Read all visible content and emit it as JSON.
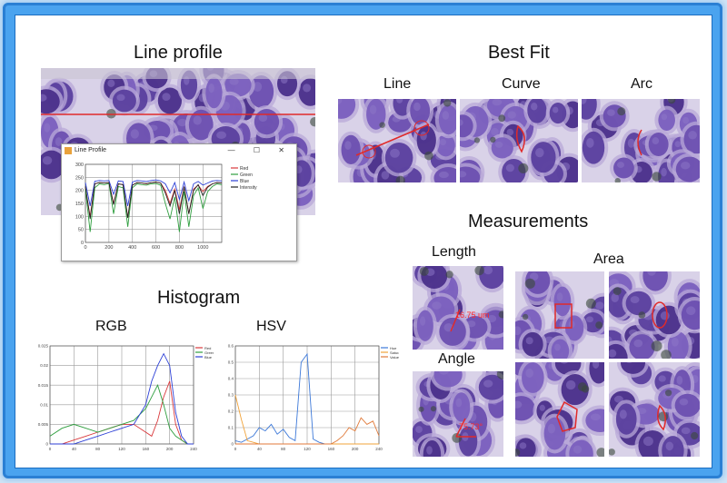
{
  "sections": {
    "line_profile": "Line profile",
    "best_fit": "Best Fit",
    "measurements": "Measurements",
    "histogram": "Histogram"
  },
  "best_fit_labels": [
    "Line",
    "Curve",
    "Arc"
  ],
  "measurement_labels": {
    "length": "Length",
    "area": "Area",
    "angle": "Angle"
  },
  "histogram_labels": {
    "rgb": "RGB",
    "hsv": "HSV"
  },
  "annotations": {
    "length_value": "16.75 um",
    "angle_value": "75.73°"
  },
  "line_profile_window": {
    "title": "Line Profile",
    "buttons": "— ☐ ✕",
    "legend": [
      "Red",
      "Green",
      "Blue",
      "Intensity"
    ]
  },
  "rgb_legend": [
    "Red",
    "Green",
    "Blue"
  ],
  "hsv_legend": [
    "Hue",
    "Saturation",
    "Value"
  ],
  "colors": {
    "frame": "#2a7fd4",
    "red": "#d9383b",
    "green": "#2e9e3e",
    "blue": "#2c3fd6",
    "intensity": "#222222",
    "hue": "#3c78d8",
    "saturation": "#f1a33a",
    "value": "#e07a3a"
  },
  "chart_data": [
    {
      "type": "line",
      "x": [
        0,
        40,
        80,
        120,
        160,
        200,
        240,
        280,
        320,
        360,
        400,
        440,
        480,
        520,
        560,
        600,
        640,
        680,
        720,
        760,
        800,
        840,
        880,
        920,
        960,
        1000,
        1040,
        1080,
        1120,
        1160
      ],
      "series": [
        {
          "name": "Red",
          "values": [
            210,
            100,
            225,
            230,
            228,
            230,
            150,
            225,
            222,
            95,
            220,
            230,
            228,
            225,
            230,
            232,
            228,
            200,
            150,
            205,
            125,
            215,
            110,
            205,
            220,
            195,
            215,
            225,
            230,
            228
          ]
        },
        {
          "name": "Green",
          "values": [
            205,
            40,
            210,
            225,
            222,
            226,
            110,
            215,
            210,
            60,
            210,
            225,
            222,
            220,
            225,
            226,
            220,
            150,
            90,
            175,
            40,
            195,
            60,
            180,
            210,
            130,
            195,
            215,
            225,
            222
          ]
        },
        {
          "name": "Blue",
          "values": [
            230,
            140,
            235,
            238,
            236,
            238,
            185,
            236,
            234,
            140,
            232,
            238,
            236,
            234,
            238,
            240,
            236,
            225,
            190,
            230,
            165,
            232,
            160,
            225,
            234,
            220,
            228,
            236,
            238,
            236
          ]
        },
        {
          "name": "Intensity",
          "values": [
            215,
            90,
            225,
            230,
            228,
            230,
            145,
            225,
            222,
            95,
            220,
            230,
            228,
            226,
            230,
            232,
            228,
            190,
            140,
            200,
            110,
            214,
            110,
            200,
            222,
            180,
            212,
            225,
            230,
            228
          ]
        }
      ],
      "xticks": [
        0,
        200,
        400,
        600,
        800,
        1000
      ],
      "yticks": [
        0,
        50,
        100,
        150,
        200,
        250,
        300
      ],
      "xlim": [
        0,
        1160
      ],
      "ylim": [
        0,
        300
      ]
    },
    {
      "type": "line",
      "x": [
        0,
        20,
        40,
        60,
        80,
        100,
        120,
        140,
        160,
        170,
        180,
        190,
        200,
        210,
        220,
        230,
        240
      ],
      "series": [
        {
          "name": "Red",
          "values": [
            0.0,
            0.0,
            0.001,
            0.002,
            0.003,
            0.004,
            0.005,
            0.005,
            0.003,
            0.002,
            0.006,
            0.012,
            0.016,
            0.005,
            0.001,
            0.0,
            0.0
          ]
        },
        {
          "name": "Green",
          "values": [
            0.002,
            0.004,
            0.005,
            0.004,
            0.003,
            0.004,
            0.005,
            0.006,
            0.009,
            0.012,
            0.015,
            0.01,
            0.004,
            0.002,
            0.001,
            0.0,
            0.0
          ]
        },
        {
          "name": "Blue",
          "values": [
            0.0,
            0.0,
            0.0,
            0.001,
            0.002,
            0.003,
            0.004,
            0.005,
            0.01,
            0.016,
            0.02,
            0.023,
            0.02,
            0.008,
            0.002,
            0.0,
            0.0
          ]
        }
      ],
      "xticks": [
        0,
        40,
        80,
        120,
        160,
        200,
        240
      ],
      "yticks": [
        0,
        0.005,
        0.01,
        0.015,
        0.02,
        0.025
      ],
      "xlim": [
        0,
        240
      ],
      "ylim": [
        0,
        0.025
      ]
    },
    {
      "type": "line",
      "x": [
        0,
        10,
        20,
        30,
        40,
        50,
        60,
        70,
        80,
        90,
        100,
        110,
        120,
        130,
        140,
        150,
        160,
        170,
        180,
        190,
        200,
        210,
        220,
        230,
        240
      ],
      "series": [
        {
          "name": "Hue",
          "values": [
            0.02,
            0.01,
            0.03,
            0.05,
            0.1,
            0.08,
            0.12,
            0.06,
            0.09,
            0.04,
            0.02,
            0.5,
            0.55,
            0.03,
            0.01,
            0.0,
            0.0,
            0.0,
            0.0,
            0.0,
            0.0,
            0.0,
            0.0,
            0.0,
            0.0
          ]
        },
        {
          "name": "Saturation",
          "values": [
            0.3,
            0.15,
            0.02,
            0.01,
            0.0,
            0.0,
            0.0,
            0.0,
            0.0,
            0.0,
            0.0,
            0.0,
            0.0,
            0.0,
            0.0,
            0.0,
            0.0,
            0.0,
            0.0,
            0.0,
            0.0,
            0.0,
            0.0,
            0.0,
            0.0
          ]
        },
        {
          "name": "Value",
          "values": [
            0.0,
            0.0,
            0.0,
            0.0,
            0.0,
            0.0,
            0.0,
            0.0,
            0.0,
            0.0,
            0.0,
            0.0,
            0.0,
            0.0,
            0.0,
            0.0,
            0.0,
            0.02,
            0.05,
            0.1,
            0.08,
            0.16,
            0.12,
            0.14,
            0.05
          ]
        }
      ],
      "xticks": [
        0,
        40,
        80,
        120,
        160,
        200,
        240
      ],
      "yticks": [
        0,
        0.1,
        0.2,
        0.3,
        0.4,
        0.5,
        0.6
      ],
      "xlim": [
        0,
        240
      ],
      "ylim": [
        0,
        0.6
      ]
    }
  ]
}
